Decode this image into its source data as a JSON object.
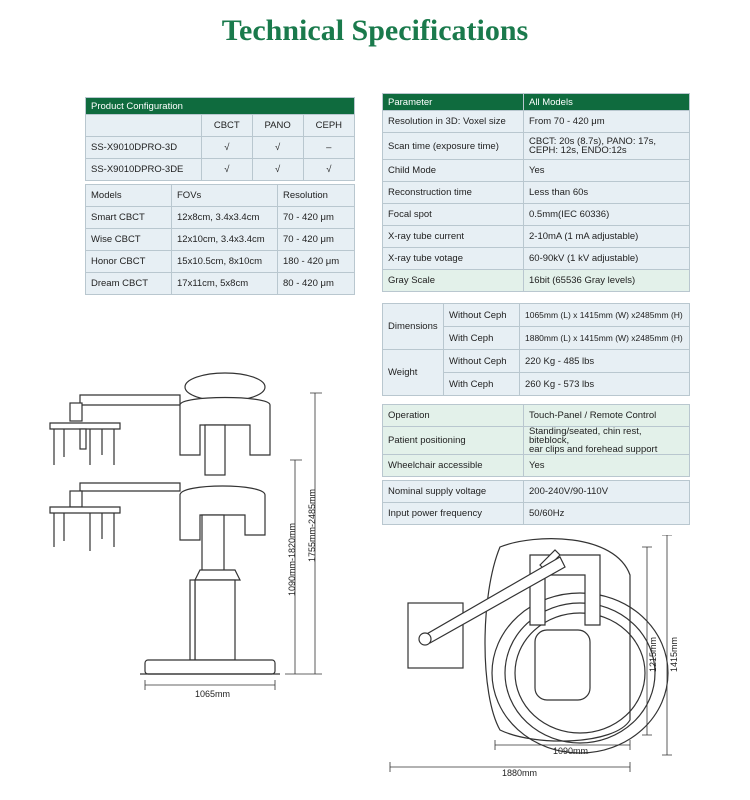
{
  "title": "Technical Specifications",
  "product_config": {
    "header": "Product  Configuration",
    "columns": [
      "CBCT",
      "PANO",
      "CEPH"
    ],
    "rows": [
      {
        "model": "SS-X9010DPRO-3D",
        "cbct": "√",
        "pano": "√",
        "ceph": "–"
      },
      {
        "model": "SS-X9010DPRO-3DE",
        "cbct": "√",
        "pano": "√",
        "ceph": "√"
      }
    ]
  },
  "fov_table": {
    "headers": [
      "Models",
      "FOVs",
      "Resolution"
    ],
    "rows": [
      {
        "model": "Smart CBCT",
        "fov": "12x8cm, 3.4x3.4cm",
        "res": "70 - 420 μm"
      },
      {
        "model": "Wise CBCT",
        "fov": "12x10cm, 3.4x3.4cm",
        "res": "70 - 420 μm"
      },
      {
        "model": "Honor CBCT",
        "fov": "15x10.5cm, 8x10cm",
        "res": "180 - 420 μm"
      },
      {
        "model": "Dream CBCT",
        "fov": "17x11cm, 5x8cm",
        "res": "80 - 420 μm"
      }
    ]
  },
  "params": {
    "header_param": "Parameter",
    "header_all": "All Models",
    "rows": [
      {
        "k": "Resolution in 3D: Voxel size",
        "v": "From 70 - 420 μm"
      },
      {
        "k": "Scan time (exposure time)",
        "v": "CBCT: 20s (8.7s), PANO: 17s,",
        "v2": "CEPH: 12s, ENDO:12s"
      },
      {
        "k": "Child Mode",
        "v": "Yes"
      },
      {
        "k": "Reconstruction time",
        "v": "Less than 60s"
      },
      {
        "k": "Focal spot",
        "v": "0.5mm(IEC 60336)"
      },
      {
        "k": "X-ray tube current",
        "v": "2-10mA (1 mA adjustable)"
      },
      {
        "k": "X-ray tube votage",
        "v": "60-90kV (1 kV adjustable)"
      }
    ]
  },
  "gray": {
    "k": "Gray Scale",
    "v": "16bit (65536 Gray levels)"
  },
  "dims": {
    "dimensions": "Dimensions",
    "weight": "Weight",
    "without_ceph": "Without Ceph",
    "with_ceph": "With Ceph",
    "dim_without": "1065mm (L) x 1415mm (W) x2485mm (H)",
    "dim_with": "1880mm (L) x 1415mm (W) x2485mm (H)",
    "wt_without": "220 Kg - 485 lbs",
    "wt_with": "260 Kg - 573 lbs"
  },
  "ops": [
    {
      "k": "Operation",
      "v": "Touch-Panel / Remote Control"
    },
    {
      "k": "Patient positioning",
      "v": "Standing/seated, chin rest, biteblock,",
      "v2": "ear clips and forehead support"
    },
    {
      "k": "Wheelchair accessible",
      "v": "Yes"
    }
  ],
  "power": [
    {
      "k": "Nominal supply voltage",
      "v": "200-240V/90-110V"
    },
    {
      "k": "Input power frequency",
      "v": "50/60Hz"
    }
  ],
  "side_view": {
    "width_label": "1065mm",
    "height_short": "1090mm-1820mm",
    "height_tall": "1755mm-2485mm"
  },
  "top_view": {
    "inner_width": "1090mm",
    "outer_width": "1880mm",
    "depth_inner": "1215mm",
    "depth_outer": "1415mm"
  }
}
